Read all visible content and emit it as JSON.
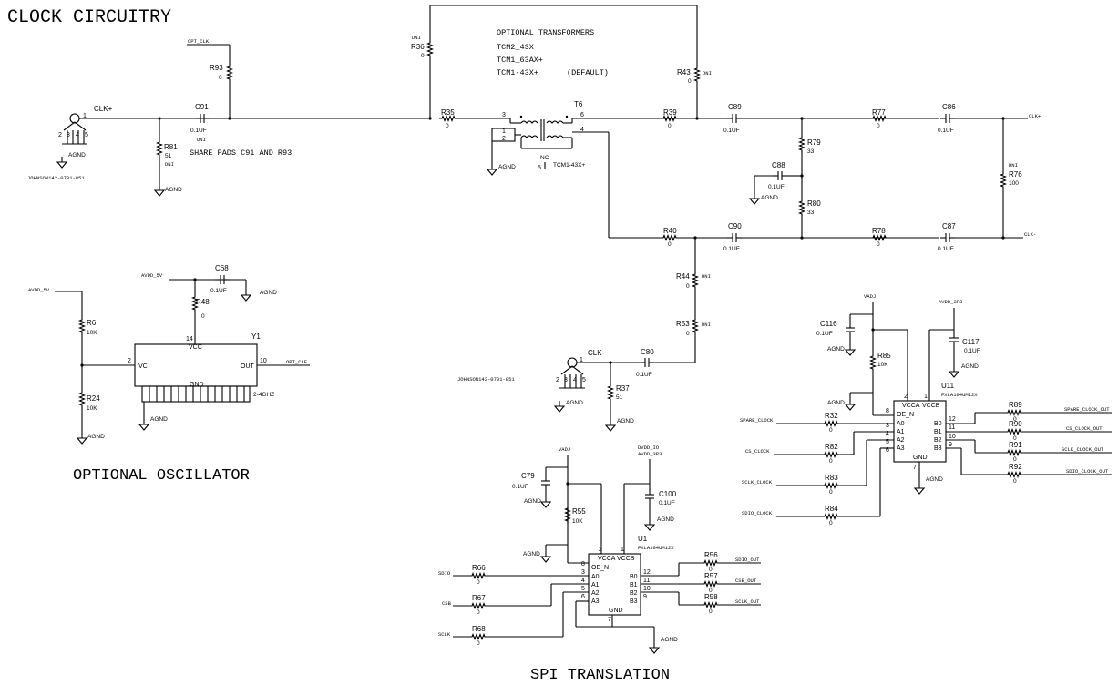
{
  "titles": {
    "main": "CLOCK CIRCUITRY",
    "oscillator": "OPTIONAL OSCILLATOR",
    "spi": "SPI TRANSLATION"
  },
  "notes": {
    "opt_transformers": "OPTIONAL TRANSFORMERS",
    "tcm2": "TCM2_43X",
    "tcm1_63": "TCM1_63AX+",
    "tcm1_43": "TCM1-43X+",
    "default": "(DEFAULT)",
    "share_pads": "SHARE PADS C91 AND R93"
  },
  "nets": {
    "clkp": "CLK+",
    "clkn": "CLK-",
    "opt_clk": "OPT_CLK",
    "opt_cle": "OPT_CLE",
    "avdd5_a": "AVDD_5V",
    "avdd5_b": "AVDD_5V",
    "vadj_a": "VADJ",
    "vadj_b": "VADJ",
    "avdd3p3": "AVDD_3P3",
    "dvdd_io": "DVDD_IO",
    "avdd3p3_b": "AVDD_3P3",
    "clkp_out": "CLK+",
    "clkn_out": "CLK-",
    "spare_clock": "SPARE_CLOCK",
    "cs_clock": "CS_CLOCK",
    "sclk_clock": "SCLK_CLOCK",
    "sdio_clock": "SDIO_CLOCK",
    "spare_clock_out": "SPARE_CLOCK_OUT",
    "cs_clock_out": "CS_CLOCK_OUT",
    "sclk_clock_out": "SCLK_CLOCK_OUT",
    "sdio_clock_out": "SDIO_CLOCK_OUT",
    "sdio": "SDIO",
    "csb": "CSB",
    "sclk": "SCLK",
    "sdio_out": "SDIO_OUT",
    "csb_out": "CSB_OUT",
    "sclk_out": "SCLK_OUT"
  },
  "agnd": "AGND",
  "dni": "DNI",
  "components": {
    "R36": {
      "ref": "R36",
      "val": "0"
    },
    "R93": {
      "ref": "R93",
      "val": "0"
    },
    "C91": {
      "ref": "C91",
      "val": "0.1UF"
    },
    "R81": {
      "ref": "R81",
      "val": "51"
    },
    "R35": {
      "ref": "R35",
      "val": "0"
    },
    "T6": {
      "ref": "T6",
      "val": "TCM1-43X+"
    },
    "R43": {
      "ref": "R43",
      "val": "0"
    },
    "R39": {
      "ref": "R39",
      "val": "0"
    },
    "C89": {
      "ref": "C89",
      "val": "0.1UF"
    },
    "R77": {
      "ref": "R77",
      "val": "0"
    },
    "C86": {
      "ref": "C86",
      "val": "0.1UF"
    },
    "R79": {
      "ref": "R79",
      "val": "33"
    },
    "C88": {
      "ref": "C88",
      "val": "0.1UF"
    },
    "R80": {
      "ref": "R80",
      "val": "33"
    },
    "R76": {
      "ref": "R76",
      "val": "100"
    },
    "R40": {
      "ref": "R40",
      "val": "0"
    },
    "C90": {
      "ref": "C90",
      "val": "0.1UF"
    },
    "R78": {
      "ref": "R78",
      "val": "0"
    },
    "C87": {
      "ref": "C87",
      "val": "0.1UF"
    },
    "R44": {
      "ref": "R44",
      "val": "0"
    },
    "R53": {
      "ref": "R53",
      "val": "0"
    },
    "C80": {
      "ref": "C80",
      "val": "0.1UF"
    },
    "R37": {
      "ref": "R37",
      "val": "51"
    },
    "C68": {
      "ref": "C68",
      "val": "0.1UF"
    },
    "R48": {
      "ref": "R48",
      "val": "0"
    },
    "R6": {
      "ref": "R6",
      "val": "10K"
    },
    "R24": {
      "ref": "R24",
      "val": "10K"
    },
    "Y1": {
      "ref": "Y1",
      "val": "2-4GHZ"
    },
    "C116": {
      "ref": "C116",
      "val": "0.1UF"
    },
    "R85": {
      "ref": "R85",
      "val": "10K"
    },
    "C117": {
      "ref": "C117",
      "val": "0.1UF"
    },
    "U11": {
      "ref": "U11",
      "val": "FXLA104UM12X"
    },
    "R32": {
      "ref": "R32",
      "val": "0"
    },
    "R82": {
      "ref": "R82",
      "val": "0"
    },
    "R83": {
      "ref": "R83",
      "val": "0"
    },
    "R84": {
      "ref": "R84",
      "val": "0"
    },
    "R89": {
      "ref": "R89",
      "val": "0"
    },
    "R90": {
      "ref": "R90",
      "val": "0"
    },
    "R91": {
      "ref": "R91",
      "val": "0"
    },
    "R92": {
      "ref": "R92",
      "val": "0"
    },
    "C79": {
      "ref": "C79",
      "val": "0.1UF"
    },
    "R55": {
      "ref": "R55",
      "val": "10K"
    },
    "C100": {
      "ref": "C100",
      "val": "0.1UF"
    },
    "U1": {
      "ref": "U1",
      "val": "FXLA104UM12X"
    },
    "R66": {
      "ref": "R66",
      "val": "0"
    },
    "R67": {
      "ref": "R67",
      "val": "0"
    },
    "R68": {
      "ref": "R68",
      "val": "0"
    },
    "R56": {
      "ref": "R56",
      "val": "0"
    },
    "R57": {
      "ref": "R57",
      "val": "0"
    },
    "R58": {
      "ref": "R58",
      "val": "0"
    }
  },
  "connectors": {
    "j_top": {
      "part": "JOHNSON142-0701-851"
    },
    "j_bot": {
      "part": "JOHNSON142-0701-851"
    }
  },
  "pins": {
    "vcc": "VCC",
    "vc": "VC",
    "out": "OUT",
    "gnd": "GND",
    "vcca": "VCCA",
    "vccb": "VCCB",
    "oe_n": "OE_N",
    "a0": "A0",
    "a1": "A1",
    "a2": "A2",
    "a3": "A3",
    "b0": "B0",
    "b1": "B1",
    "b2": "B2",
    "b3": "B3",
    "nc": "NC"
  }
}
